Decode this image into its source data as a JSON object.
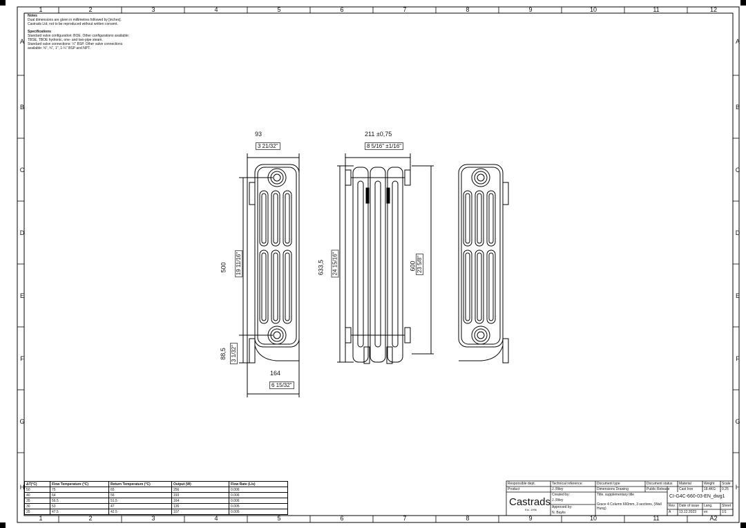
{
  "zones": {
    "columns": [
      "1",
      "2",
      "3",
      "4",
      "5",
      "6",
      "7",
      "8",
      "9",
      "10",
      "11",
      "12"
    ],
    "bottom_last": "A2",
    "rows": [
      "A",
      "B",
      "C",
      "D",
      "E",
      "F",
      "G",
      "H"
    ]
  },
  "notes": {
    "heading": "Notes",
    "line1": "Dual dimensions are given in millimetres followed by [inches].",
    "line2": "Castrads Ltd, not to be reproduced without written consent.",
    "spec_heading": "Specifications",
    "spec1": "Standard valve configuration: BOE. Other configurations available:",
    "spec2": "TBSE, TBOE hydronic, one- and two-pipe steam.",
    "spec3": "Standard valve connections: ½\" BSP. Other valve connections",
    "spec4": "available: ⅜\", ¾\", 1\", 1-¼\" BSP and NPT."
  },
  "dimensions": {
    "side_width": "93",
    "side_width_in": "3 21/32\"",
    "front_width": "211 ±0,75",
    "front_width_in": "8 5/16\" ±1/16\"",
    "bottom_width": "164",
    "bottom_width_in": "6 15/32\"",
    "centers": "500",
    "centers_in": "19 11/16\"",
    "overall": "633,5",
    "overall_in": "24 15/16\"",
    "floor": "88,5",
    "floor_in": "3 1/32\"",
    "height": "600",
    "height_in": "23 5/8\""
  },
  "table": {
    "headers": [
      "ΔT(°C)",
      "Flow Temperature (°C)",
      "Return Temperature (°C)",
      "Output (W)",
      "Flow Rate (L/s)"
    ],
    "rows": [
      [
        "50",
        "75",
        "65",
        "256",
        "0.006"
      ],
      [
        "40",
        "64",
        "56",
        "193",
        "0.006"
      ],
      [
        "35",
        "56.5",
        "51.5",
        "164",
        "0.006"
      ],
      [
        "30",
        "53",
        "47",
        "135",
        "0.005"
      ],
      [
        "25",
        "47.5",
        "42.5",
        "107",
        "0.005"
      ]
    ]
  },
  "title_block": {
    "resp_dept_label": "Responsible dept.",
    "resp_dept": "Product",
    "tech_ref_label": "Technical reference:",
    "tech_ref": "J. Riley",
    "doc_type_label": "Document type",
    "doc_type": "Dimensions Drawing",
    "doc_status_label": "Document status",
    "doc_status": "Public Release",
    "material_label": "Material",
    "material": "Cast Iron",
    "weight_label": "Weight",
    "weight": "18.4KG",
    "scale_label": "Scale",
    "scale": "0.25",
    "created_label": "Created by:",
    "created": "J. Riley",
    "title_label": "Title, supplementary title",
    "title": "Grace 4 Column 660mm, 3 sections, (Wall Hung)",
    "doc_number": "CI-G4C-660-03-EN_dwg1",
    "approved_label": "Approved by:",
    "approved": "N. Baylis",
    "rev_label": "Rev.",
    "rev": "A",
    "date_label": "Date of issue",
    "date": "13.12.2023",
    "lang_label": "Lang.",
    "lang": "en",
    "sheet_label": "Sheet",
    "sheet": "1/1",
    "brand": "Castrads",
    "brand_est": "Est. 1996"
  }
}
